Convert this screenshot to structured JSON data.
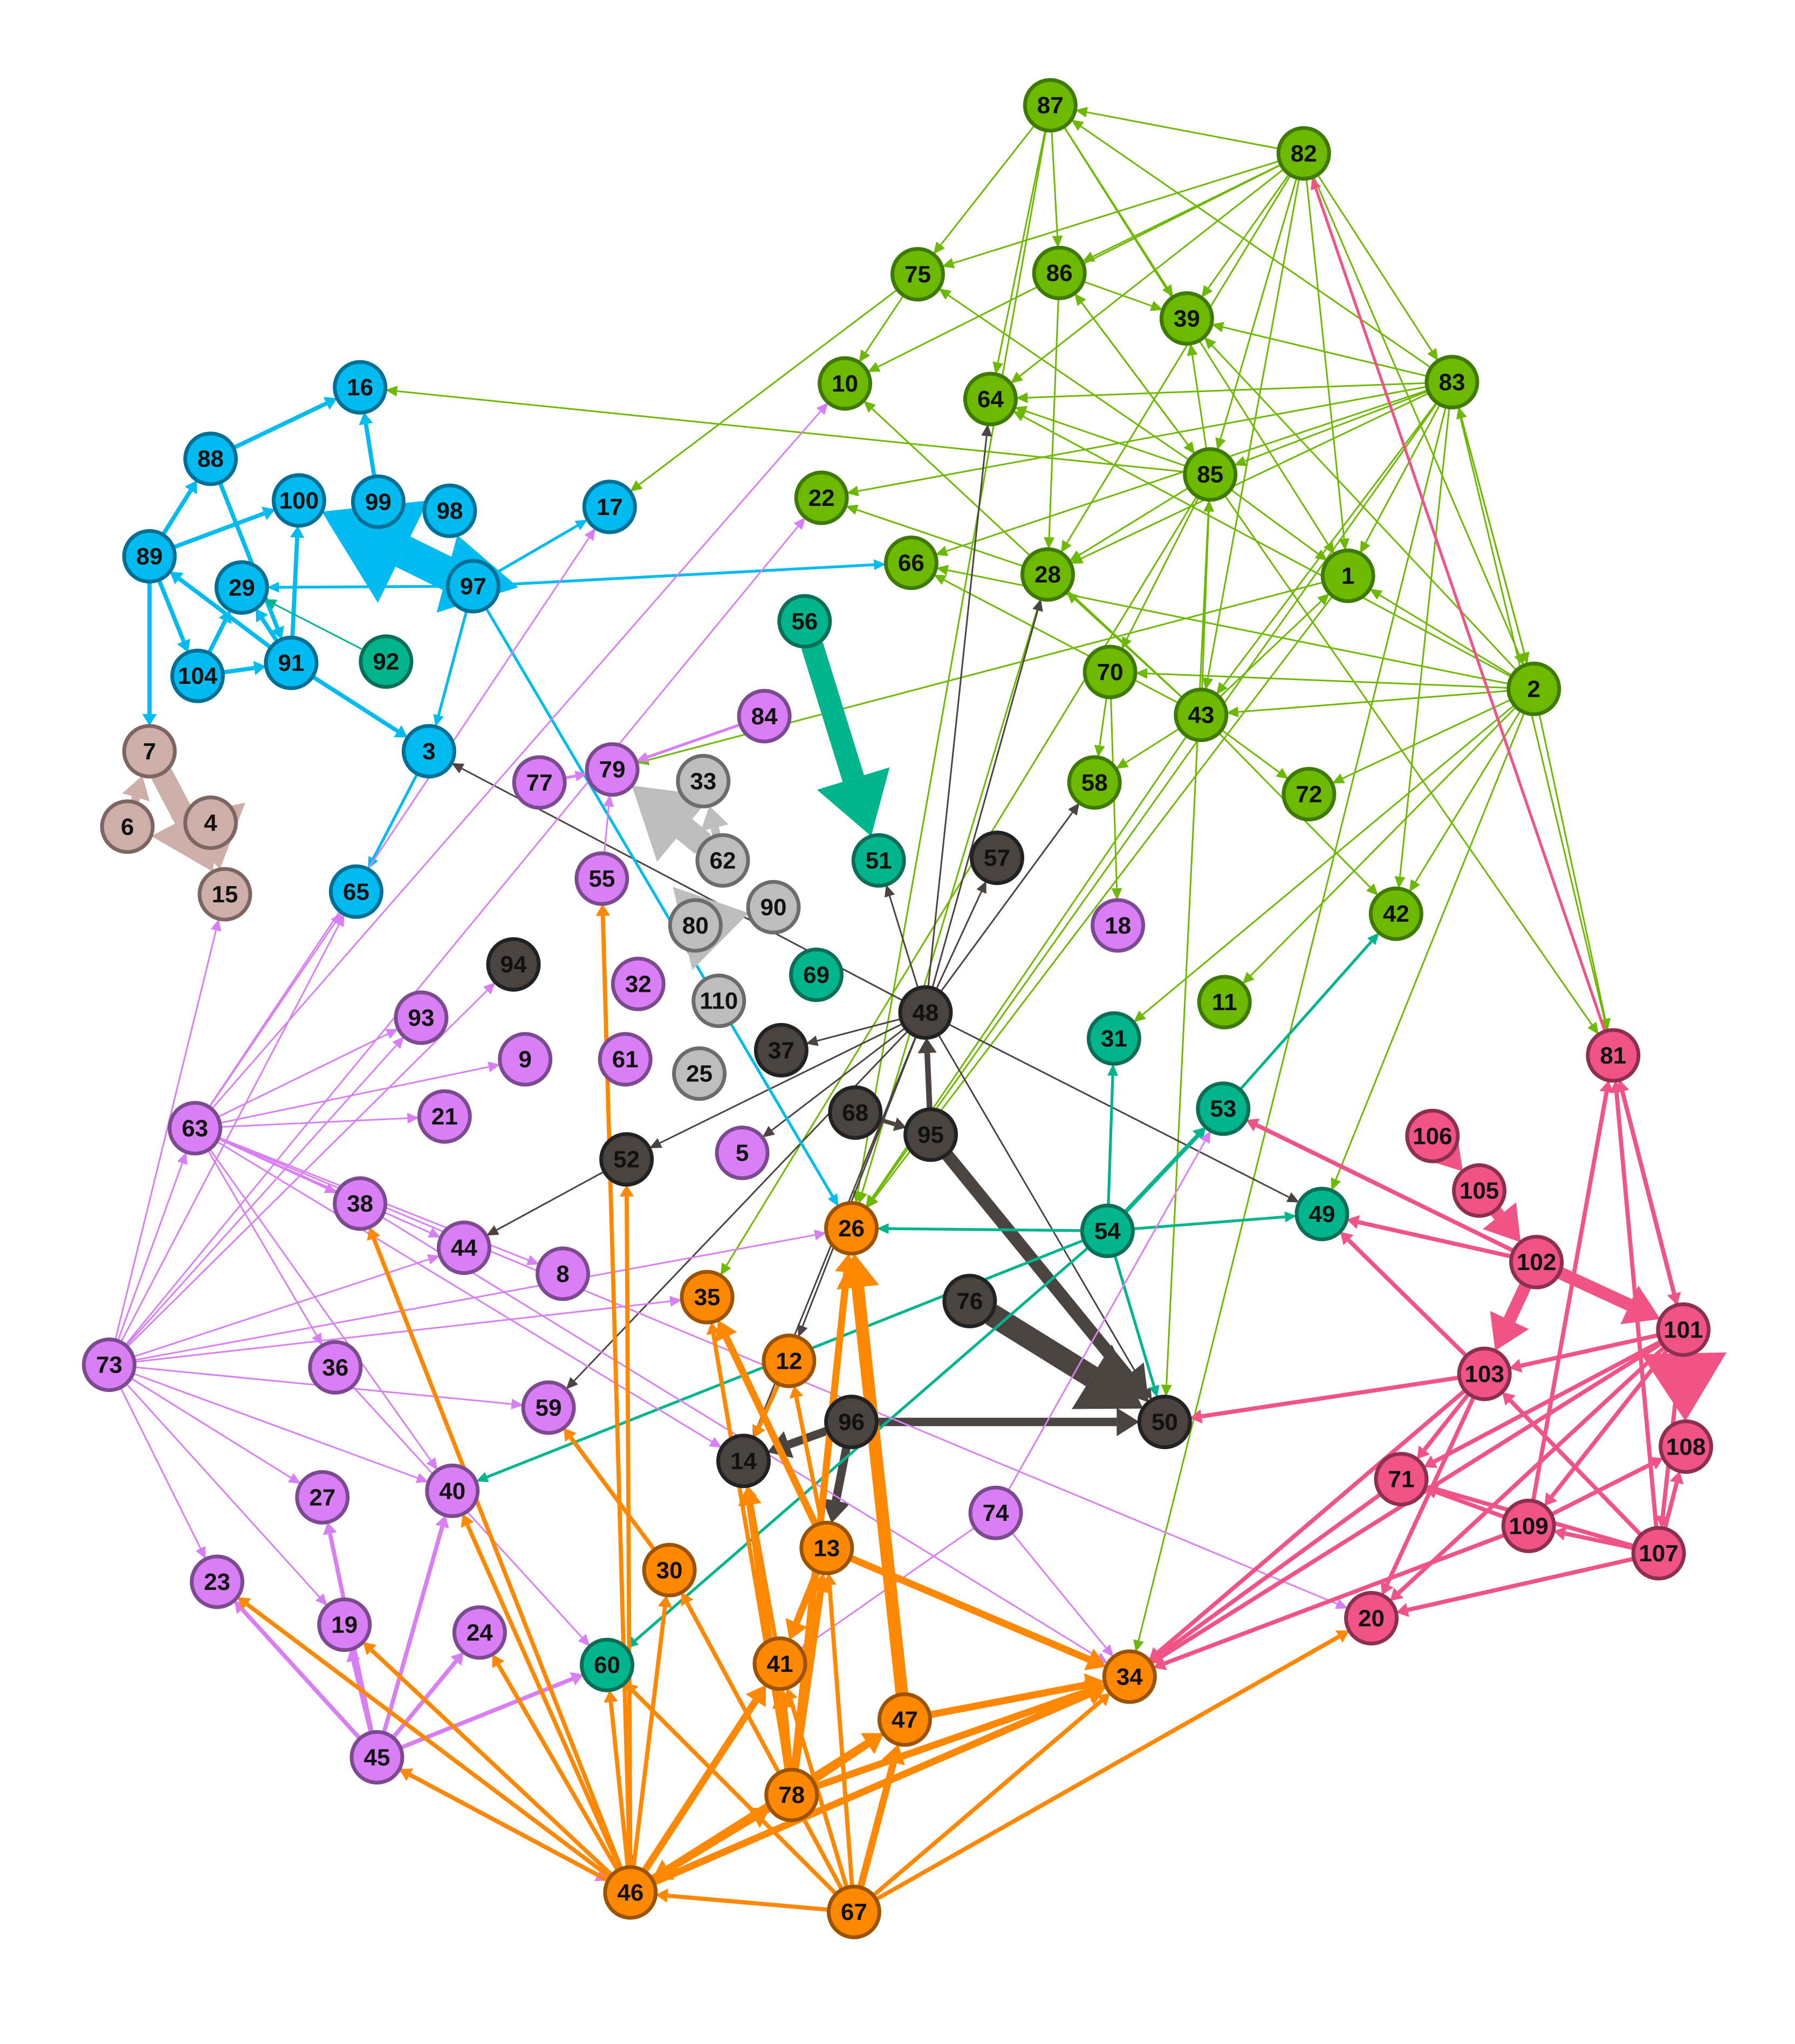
{
  "colors": {
    "green": "#6db800",
    "blue": "#00bbf0",
    "pink": "#f05487",
    "orange": "#ff8800",
    "violet": "#d97ff5",
    "dark": "#4a433f",
    "teal": "#00b58c",
    "grey": "#bdbdbd",
    "rose": "#cdaea9"
  },
  "nodes": [
    {
      "id": "1",
      "group": "green"
    },
    {
      "id": "2",
      "group": "green"
    },
    {
      "id": "3",
      "group": "blue"
    },
    {
      "id": "4",
      "group": "rose"
    },
    {
      "id": "5",
      "group": "violet"
    },
    {
      "id": "6",
      "group": "rose"
    },
    {
      "id": "7",
      "group": "rose"
    },
    {
      "id": "8",
      "group": "violet"
    },
    {
      "id": "9",
      "group": "violet"
    },
    {
      "id": "10",
      "group": "green"
    },
    {
      "id": "11",
      "group": "green"
    },
    {
      "id": "12",
      "group": "orange"
    },
    {
      "id": "13",
      "group": "orange"
    },
    {
      "id": "14",
      "group": "dark"
    },
    {
      "id": "15",
      "group": "rose"
    },
    {
      "id": "16",
      "group": "blue"
    },
    {
      "id": "17",
      "group": "blue"
    },
    {
      "id": "18",
      "group": "violet"
    },
    {
      "id": "19",
      "group": "violet"
    },
    {
      "id": "20",
      "group": "pink"
    },
    {
      "id": "21",
      "group": "violet"
    },
    {
      "id": "22",
      "group": "green"
    },
    {
      "id": "23",
      "group": "violet"
    },
    {
      "id": "24",
      "group": "violet"
    },
    {
      "id": "25",
      "group": "grey"
    },
    {
      "id": "26",
      "group": "orange"
    },
    {
      "id": "27",
      "group": "violet"
    },
    {
      "id": "28",
      "group": "green"
    },
    {
      "id": "29",
      "group": "blue"
    },
    {
      "id": "30",
      "group": "orange"
    },
    {
      "id": "31",
      "group": "teal"
    },
    {
      "id": "32",
      "group": "violet"
    },
    {
      "id": "33",
      "group": "grey"
    },
    {
      "id": "34",
      "group": "orange"
    },
    {
      "id": "35",
      "group": "orange"
    },
    {
      "id": "36",
      "group": "violet"
    },
    {
      "id": "37",
      "group": "dark"
    },
    {
      "id": "38",
      "group": "violet"
    },
    {
      "id": "39",
      "group": "green"
    },
    {
      "id": "40",
      "group": "violet"
    },
    {
      "id": "41",
      "group": "orange"
    },
    {
      "id": "42",
      "group": "green"
    },
    {
      "id": "43",
      "group": "green"
    },
    {
      "id": "44",
      "group": "violet"
    },
    {
      "id": "45",
      "group": "violet"
    },
    {
      "id": "46",
      "group": "orange"
    },
    {
      "id": "47",
      "group": "orange"
    },
    {
      "id": "48",
      "group": "dark"
    },
    {
      "id": "49",
      "group": "teal"
    },
    {
      "id": "50",
      "group": "dark"
    },
    {
      "id": "51",
      "group": "teal"
    },
    {
      "id": "52",
      "group": "dark"
    },
    {
      "id": "53",
      "group": "teal"
    },
    {
      "id": "54",
      "group": "teal"
    },
    {
      "id": "55",
      "group": "violet"
    },
    {
      "id": "56",
      "group": "teal"
    },
    {
      "id": "57",
      "group": "dark"
    },
    {
      "id": "58",
      "group": "green"
    },
    {
      "id": "59",
      "group": "violet"
    },
    {
      "id": "60",
      "group": "teal"
    },
    {
      "id": "61",
      "group": "violet"
    },
    {
      "id": "62",
      "group": "grey"
    },
    {
      "id": "63",
      "group": "violet"
    },
    {
      "id": "64",
      "group": "green"
    },
    {
      "id": "65",
      "group": "blue"
    },
    {
      "id": "66",
      "group": "green"
    },
    {
      "id": "67",
      "group": "orange"
    },
    {
      "id": "68",
      "group": "dark"
    },
    {
      "id": "69",
      "group": "teal"
    },
    {
      "id": "70",
      "group": "green"
    },
    {
      "id": "71",
      "group": "pink"
    },
    {
      "id": "72",
      "group": "green"
    },
    {
      "id": "73",
      "group": "violet"
    },
    {
      "id": "74",
      "group": "violet"
    },
    {
      "id": "75",
      "group": "green"
    },
    {
      "id": "76",
      "group": "dark"
    },
    {
      "id": "77",
      "group": "violet"
    },
    {
      "id": "78",
      "group": "orange"
    },
    {
      "id": "79",
      "group": "violet"
    },
    {
      "id": "80",
      "group": "grey"
    },
    {
      "id": "81",
      "group": "pink"
    },
    {
      "id": "82",
      "group": "green"
    },
    {
      "id": "83",
      "group": "green"
    },
    {
      "id": "84",
      "group": "violet"
    },
    {
      "id": "85",
      "group": "green"
    },
    {
      "id": "86",
      "group": "green"
    },
    {
      "id": "87",
      "group": "green"
    },
    {
      "id": "88",
      "group": "blue"
    },
    {
      "id": "89",
      "group": "blue"
    },
    {
      "id": "90",
      "group": "grey"
    },
    {
      "id": "91",
      "group": "blue"
    },
    {
      "id": "92",
      "group": "teal"
    },
    {
      "id": "93",
      "group": "violet"
    },
    {
      "id": "94",
      "group": "dark"
    },
    {
      "id": "95",
      "group": "dark"
    },
    {
      "id": "96",
      "group": "dark"
    },
    {
      "id": "97",
      "group": "blue"
    },
    {
      "id": "98",
      "group": "blue"
    },
    {
      "id": "99",
      "group": "blue"
    },
    {
      "id": "100",
      "group": "blue"
    },
    {
      "id": "101",
      "group": "pink"
    },
    {
      "id": "102",
      "group": "pink"
    },
    {
      "id": "103",
      "group": "pink"
    },
    {
      "id": "104",
      "group": "blue"
    },
    {
      "id": "105",
      "group": "pink"
    },
    {
      "id": "106",
      "group": "pink"
    },
    {
      "id": "107",
      "group": "pink"
    },
    {
      "id": "108",
      "group": "pink"
    },
    {
      "id": "109",
      "group": "pink"
    },
    {
      "id": "110",
      "group": "grey"
    }
  ],
  "edges": [
    [
      "82",
      "87",
      1
    ],
    [
      "82",
      "86",
      1
    ],
    [
      "82",
      "75",
      1
    ],
    [
      "82",
      "39",
      1
    ],
    [
      "82",
      "64",
      1
    ],
    [
      "82",
      "10",
      1
    ],
    [
      "82",
      "1",
      1
    ],
    [
      "82",
      "2",
      1
    ],
    [
      "82",
      "83",
      1
    ],
    [
      "82",
      "85",
      1
    ],
    [
      "82",
      "28",
      1
    ],
    [
      "82",
      "43",
      1
    ],
    [
      "83",
      "87",
      1
    ],
    [
      "83",
      "39",
      1
    ],
    [
      "83",
      "64",
      1
    ],
    [
      "83",
      "85",
      1
    ],
    [
      "83",
      "66",
      1
    ],
    [
      "83",
      "22",
      1
    ],
    [
      "83",
      "1",
      1
    ],
    [
      "83",
      "2",
      1
    ],
    [
      "83",
      "43",
      1
    ],
    [
      "83",
      "28",
      1
    ],
    [
      "83",
      "34",
      1
    ],
    [
      "83",
      "42",
      1
    ],
    [
      "83",
      "81",
      1
    ],
    [
      "83",
      "26",
      1
    ],
    [
      "87",
      "75",
      1
    ],
    [
      "87",
      "64",
      1
    ],
    [
      "87",
      "86",
      1
    ],
    [
      "87",
      "39",
      1
    ],
    [
      "87",
      "1",
      1
    ],
    [
      "87",
      "26",
      1
    ],
    [
      "86",
      "39",
      1
    ],
    [
      "86",
      "85",
      1
    ],
    [
      "86",
      "28",
      1
    ],
    [
      "75",
      "17",
      1
    ],
    [
      "75",
      "10",
      1
    ],
    [
      "85",
      "39",
      1
    ],
    [
      "85",
      "64",
      1
    ],
    [
      "85",
      "86",
      1
    ],
    [
      "85",
      "75",
      1
    ],
    [
      "85",
      "28",
      1
    ],
    [
      "85",
      "70",
      1
    ],
    [
      "85",
      "1",
      1
    ],
    [
      "85",
      "81",
      1
    ],
    [
      "85",
      "50",
      1
    ],
    [
      "85",
      "35",
      1
    ],
    [
      "85",
      "16",
      1
    ],
    [
      "2",
      "43",
      1
    ],
    [
      "2",
      "1",
      1
    ],
    [
      "2",
      "70",
      1
    ],
    [
      "2",
      "66",
      1
    ],
    [
      "2",
      "72",
      1
    ],
    [
      "2",
      "11",
      1
    ],
    [
      "2",
      "31",
      1
    ],
    [
      "2",
      "42",
      1
    ],
    [
      "2",
      "49",
      1
    ],
    [
      "2",
      "81",
      1
    ],
    [
      "2",
      "39",
      1
    ],
    [
      "2",
      "64",
      1
    ],
    [
      "2",
      "83",
      1
    ],
    [
      "43",
      "28",
      1
    ],
    [
      "43",
      "10",
      1
    ],
    [
      "43",
      "66",
      1
    ],
    [
      "43",
      "72",
      1
    ],
    [
      "43",
      "58",
      1
    ],
    [
      "43",
      "42",
      1
    ],
    [
      "43",
      "85",
      1
    ],
    [
      "43",
      "26",
      1
    ],
    [
      "43",
      "1",
      1
    ],
    [
      "28",
      "22",
      1
    ],
    [
      "28",
      "26",
      1
    ],
    [
      "70",
      "58",
      1
    ],
    [
      "70",
      "18",
      1
    ],
    [
      "1",
      "26",
      1
    ],
    [
      "1",
      "79",
      1
    ],
    [
      "48",
      "64",
      1
    ],
    [
      "48",
      "28",
      1
    ],
    [
      "48",
      "58",
      1
    ],
    [
      "48",
      "51",
      1
    ],
    [
      "48",
      "57",
      1
    ],
    [
      "48",
      "37",
      1
    ],
    [
      "48",
      "52",
      1
    ],
    [
      "48",
      "5",
      1
    ],
    [
      "48",
      "59",
      1
    ],
    [
      "48",
      "50",
      1
    ],
    [
      "48",
      "49",
      1
    ],
    [
      "48",
      "3",
      1
    ],
    [
      "48",
      "14",
      1
    ],
    [
      "48",
      "12",
      1
    ],
    [
      "95",
      "48",
      4
    ],
    [
      "95",
      "50",
      9
    ],
    [
      "76",
      "50",
      16
    ],
    [
      "96",
      "50",
      6
    ],
    [
      "96",
      "14",
      6
    ],
    [
      "96",
      "13",
      6
    ],
    [
      "68",
      "95",
      3
    ],
    [
      "52",
      "44",
      1
    ],
    [
      "52",
      "46",
      1
    ],
    [
      "56",
      "51",
      16
    ],
    [
      "54",
      "26",
      2
    ],
    [
      "54",
      "31",
      2
    ],
    [
      "54",
      "53",
      3
    ],
    [
      "54",
      "49",
      2
    ],
    [
      "54",
      "50",
      2
    ],
    [
      "54",
      "60",
      2
    ],
    [
      "54",
      "40",
      2
    ],
    [
      "53",
      "42",
      2
    ],
    [
      "97",
      "29",
      2
    ],
    [
      "97",
      "17",
      2
    ],
    [
      "97",
      "66",
      2
    ],
    [
      "97",
      "3",
      2
    ],
    [
      "97",
      "100",
      24
    ],
    [
      "97",
      "98",
      18
    ],
    [
      "91",
      "29",
      3
    ],
    [
      "91",
      "89",
      3
    ],
    [
      "91",
      "100",
      3
    ],
    [
      "91",
      "3",
      3
    ],
    [
      "104",
      "91",
      3
    ],
    [
      "104",
      "29",
      3
    ],
    [
      "89",
      "88",
      3
    ],
    [
      "89",
      "100",
      3
    ],
    [
      "89",
      "7",
      3
    ],
    [
      "88",
      "16",
      3
    ],
    [
      "88",
      "91",
      3
    ],
    [
      "99",
      "16",
      3
    ],
    [
      "3",
      "65",
      2
    ],
    [
      "92",
      "29",
      1
    ],
    [
      "97",
      "26",
      2
    ],
    [
      "89",
      "104",
      3
    ],
    [
      "7",
      "15",
      16
    ],
    [
      "4",
      "15",
      16
    ],
    [
      "6",
      "7",
      6
    ],
    [
      "15",
      "15",
      0
    ],
    [
      "62",
      "79",
      18
    ],
    [
      "80",
      "90",
      18
    ],
    [
      "62",
      "33",
      6
    ],
    [
      "63",
      "17",
      1
    ],
    [
      "63",
      "10",
      1
    ],
    [
      "63",
      "93",
      1
    ],
    [
      "63",
      "9",
      1
    ],
    [
      "63",
      "21",
      1
    ],
    [
      "63",
      "38",
      1
    ],
    [
      "63",
      "44",
      1
    ],
    [
      "63",
      "8",
      1
    ],
    [
      "63",
      "36",
      1
    ],
    [
      "63",
      "40",
      1
    ],
    [
      "63",
      "14",
      1
    ],
    [
      "63",
      "20",
      1
    ],
    [
      "63",
      "65",
      1
    ],
    [
      "73",
      "63",
      1
    ],
    [
      "73",
      "93",
      1
    ],
    [
      "73",
      "94",
      1
    ],
    [
      "73",
      "44",
      1
    ],
    [
      "73",
      "26",
      1
    ],
    [
      "73",
      "35",
      1
    ],
    [
      "73",
      "59",
      1
    ],
    [
      "73",
      "40",
      1
    ],
    [
      "73",
      "27",
      1
    ],
    [
      "73",
      "19",
      1
    ],
    [
      "73",
      "23",
      1
    ],
    [
      "73",
      "22",
      1
    ],
    [
      "73",
      "65",
      1
    ],
    [
      "73",
      "15",
      1
    ],
    [
      "45",
      "19",
      3
    ],
    [
      "45",
      "27",
      3
    ],
    [
      "45",
      "24",
      3
    ],
    [
      "45",
      "40",
      3
    ],
    [
      "45",
      "23",
      3
    ],
    [
      "45",
      "60",
      3
    ],
    [
      "45",
      "46",
      3
    ],
    [
      "38",
      "34",
      1
    ],
    [
      "74",
      "34",
      1
    ],
    [
      "74",
      "41",
      1
    ],
    [
      "74",
      "53",
      1
    ],
    [
      "36",
      "60",
      1
    ],
    [
      "46",
      "45",
      3
    ],
    [
      "46",
      "38",
      3
    ],
    [
      "46",
      "40",
      3
    ],
    [
      "46",
      "24",
      3
    ],
    [
      "46",
      "19",
      3
    ],
    [
      "46",
      "23",
      3
    ],
    [
      "46",
      "60",
      3
    ],
    [
      "46",
      "55",
      3
    ],
    [
      "46",
      "52",
      3
    ],
    [
      "46",
      "41",
      5
    ],
    [
      "46",
      "47",
      5
    ],
    [
      "46",
      "34",
      5
    ],
    [
      "46",
      "78",
      5
    ],
    [
      "46",
      "30",
      3
    ],
    [
      "67",
      "46",
      3
    ],
    [
      "67",
      "41",
      3
    ],
    [
      "67",
      "13",
      3
    ],
    [
      "67",
      "34",
      3
    ],
    [
      "67",
      "60",
      3
    ],
    [
      "67",
      "30",
      3
    ],
    [
      "67",
      "47",
      5
    ],
    [
      "67",
      "20",
      3
    ],
    [
      "78",
      "41",
      5
    ],
    [
      "78",
      "46",
      5
    ],
    [
      "78",
      "34",
      5
    ],
    [
      "78",
      "47",
      5
    ],
    [
      "78",
      "35",
      3
    ],
    [
      "78",
      "13",
      5
    ],
    [
      "78",
      "14",
      5
    ],
    [
      "78",
      "26",
      5
    ],
    [
      "13",
      "35",
      5
    ],
    [
      "13",
      "12",
      3
    ],
    [
      "13",
      "34",
      5
    ],
    [
      "13",
      "41",
      5
    ],
    [
      "30",
      "59",
      3
    ],
    [
      "12",
      "14",
      3
    ],
    [
      "41",
      "14",
      3
    ],
    [
      "47",
      "26",
      9
    ],
    [
      "47",
      "34",
      5
    ],
    [
      "101",
      "108",
      18
    ],
    [
      "101",
      "103",
      3
    ],
    [
      "101",
      "109",
      3
    ],
    [
      "101",
      "71",
      3
    ],
    [
      "101",
      "34",
      3
    ],
    [
      "101",
      "81",
      3
    ],
    [
      "101",
      "20",
      3
    ],
    [
      "101",
      "107",
      3
    ],
    [
      "102",
      "101",
      9
    ],
    [
      "102",
      "103",
      9
    ],
    [
      "102",
      "49",
      3
    ],
    [
      "102",
      "53",
      3
    ],
    [
      "105",
      "102",
      9
    ],
    [
      "106",
      "105",
      9
    ],
    [
      "103",
      "71",
      3
    ],
    [
      "103",
      "20",
      3
    ],
    [
      "103",
      "34",
      3
    ],
    [
      "103",
      "50",
      3
    ],
    [
      "103",
      "49",
      3
    ],
    [
      "107",
      "81",
      3
    ],
    [
      "107",
      "109",
      3
    ],
    [
      "107",
      "71",
      3
    ],
    [
      "107",
      "103",
      3
    ],
    [
      "107",
      "20",
      3
    ],
    [
      "107",
      "108",
      3
    ],
    [
      "109",
      "81",
      3
    ],
    [
      "109",
      "71",
      3
    ],
    [
      "109",
      "34",
      3
    ],
    [
      "109",
      "108",
      3
    ],
    [
      "71",
      "34",
      3
    ],
    [
      "81",
      "82",
      2
    ],
    [
      "81",
      "101",
      3
    ],
    [
      "77",
      "79",
      2
    ],
    [
      "84",
      "79",
      2
    ],
    [
      "55",
      "79",
      1
    ]
  ]
}
